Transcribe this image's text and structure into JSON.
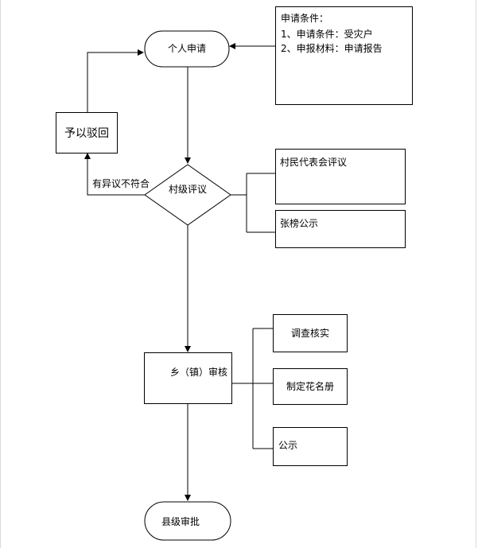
{
  "nodes": {
    "start": "个人申请",
    "conditions_title": "申请条件：",
    "conditions": [
      "1、申请条件：受灾户",
      "2、申报材料：申请报告"
    ],
    "reject": "予以驳回",
    "village_review": "村级评议",
    "village_rep": "村民代表会评议",
    "village_posting": "张榜公示",
    "objection": "有异议不符合",
    "town_review": "乡（镇）审核",
    "investigate": "调查核实",
    "roster": "制定花名册",
    "town_posting": "公示",
    "end": "县级审批"
  }
}
